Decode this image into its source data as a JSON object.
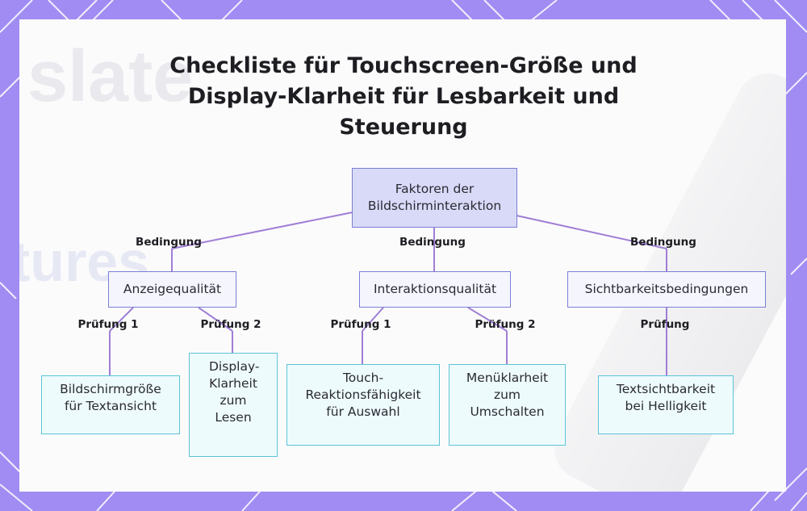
{
  "title": "Checkliste für Touchscreen-Größe und Display-Klarheit für Lesbarkeit und Steuerung",
  "root": "Faktoren der Bildschirminteraktion",
  "level1": [
    {
      "label": "Anzeigequalität",
      "edge": "Bedingung"
    },
    {
      "label": "Interaktionsqualität",
      "edge": "Bedingung"
    },
    {
      "label": "Sichtbarkeitsbedingungen",
      "edge": "Bedingung"
    }
  ],
  "level2": [
    {
      "label": "Bildschirmgröße für Textansicht",
      "edge": "Prüfung 1"
    },
    {
      "label": "Display-Klarheit zum Lesen",
      "edge": "Prüfung 2"
    },
    {
      "label": "Touch-Reaktionsfähigkeit für Auswahl",
      "edge": "Prüfung 1"
    },
    {
      "label": "Menüklarheit zum Umschalten",
      "edge": "Prüfung 2"
    },
    {
      "label": "Textsichtbarkeit bei Helligkeit",
      "edge": "Prüfung"
    }
  ],
  "colors": {
    "background": "#a08cf2",
    "root_fill": "#d9daf8",
    "node_border": "#7b7fd6",
    "leaf_border": "#5cc3d7",
    "connector": "#a07ed6"
  }
}
